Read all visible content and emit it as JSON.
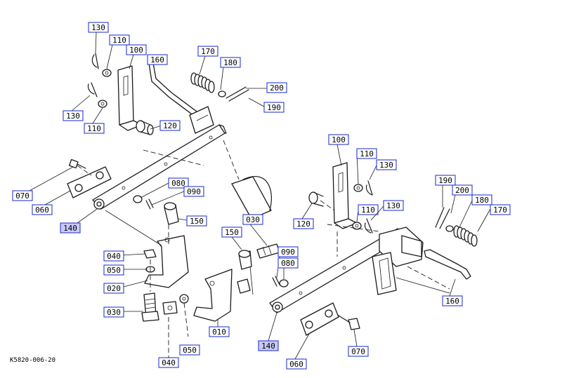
{
  "diagram": {
    "code": "K5820-006-20",
    "labels": [
      {
        "text": "130",
        "hl": false
      },
      {
        "text": "110",
        "hl": false
      },
      {
        "text": "100",
        "hl": false
      },
      {
        "text": "160",
        "hl": false
      },
      {
        "text": "170",
        "hl": false
      },
      {
        "text": "180",
        "hl": false
      },
      {
        "text": "200",
        "hl": false
      },
      {
        "text": "190",
        "hl": false
      },
      {
        "text": "130",
        "hl": false
      },
      {
        "text": "110",
        "hl": false
      },
      {
        "text": "120",
        "hl": false
      },
      {
        "text": "070",
        "hl": false
      },
      {
        "text": "060",
        "hl": false
      },
      {
        "text": "140",
        "hl": true
      },
      {
        "text": "080",
        "hl": false
      },
      {
        "text": "090",
        "hl": false
      },
      {
        "text": "150",
        "hl": false
      },
      {
        "text": "040",
        "hl": false
      },
      {
        "text": "050",
        "hl": false
      },
      {
        "text": "020",
        "hl": false
      },
      {
        "text": "030",
        "hl": false
      },
      {
        "text": "040",
        "hl": false
      },
      {
        "text": "050",
        "hl": false
      },
      {
        "text": "010",
        "hl": false
      },
      {
        "text": "150",
        "hl": false
      },
      {
        "text": "030",
        "hl": false
      },
      {
        "text": "090",
        "hl": false
      },
      {
        "text": "080",
        "hl": false
      },
      {
        "text": "140",
        "hl": true
      },
      {
        "text": "060",
        "hl": false
      },
      {
        "text": "070",
        "hl": false
      },
      {
        "text": "100",
        "hl": false
      },
      {
        "text": "110",
        "hl": false
      },
      {
        "text": "130",
        "hl": false
      },
      {
        "text": "110",
        "hl": false
      },
      {
        "text": "130",
        "hl": false
      },
      {
        "text": "120",
        "hl": false
      },
      {
        "text": "190",
        "hl": false
      },
      {
        "text": "200",
        "hl": false
      },
      {
        "text": "180",
        "hl": false
      },
      {
        "text": "170",
        "hl": false
      },
      {
        "text": "160",
        "hl": false
      }
    ]
  }
}
